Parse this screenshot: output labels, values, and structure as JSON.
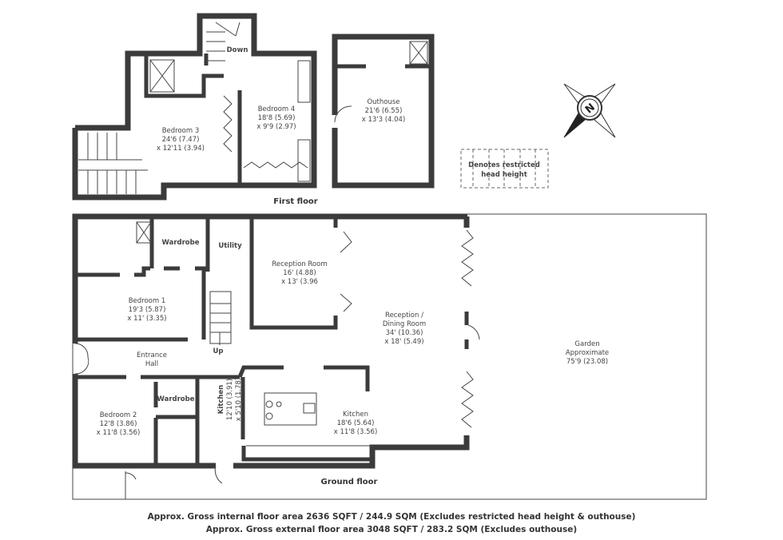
{
  "first_floor": {
    "label": "First floor",
    "stairs_label": "Down",
    "rooms": [
      {
        "name": "Bedroom 3",
        "dim1": "24'6 (7.47)",
        "dim2": "x 12'11 (3.94)"
      },
      {
        "name": "Bedroom 4",
        "dim1": "18'8 (5.69)",
        "dim2": "x 9'9 (2.97)"
      }
    ]
  },
  "outhouse": {
    "name": "Outhouse",
    "dim1": "21'6 (6.55)",
    "dim2": "x 13'3 (4.04)"
  },
  "legend": {
    "line1": "Denotes restricted",
    "line2": "head height"
  },
  "compass": {
    "letter": "N",
    "icon": "compass-north-icon"
  },
  "ground_floor": {
    "label": "Ground floor",
    "stairs_label": "Up",
    "rooms": [
      {
        "name": "Wardrobe"
      },
      {
        "name": "Utility"
      },
      {
        "name": "Reception Room",
        "dim1": "16' (4.88)",
        "dim2": "x 13' (3.96"
      },
      {
        "name": "Bedroom 1",
        "dim1": "19'3 (5.87)",
        "dim2": "x 11' (3.35)"
      },
      {
        "name": "Reception /",
        "name2": "Dining Room",
        "dim1": "34' (10.36)",
        "dim2": "x 18' (5.49)"
      },
      {
        "name": "Entrance",
        "name2": "Hall"
      },
      {
        "name": "Wardrobe"
      },
      {
        "name": "Bedroom 2",
        "dim1": "12'8 (3.86)",
        "dim2": "x 11'8 (3.56)"
      },
      {
        "name": "Kitchen",
        "dim1": "12'10 (3.91)",
        "dim2": "x 5'10 (1.78)"
      },
      {
        "name": "Kitchen",
        "dim1": "18'6 (5.64)",
        "dim2": "x 11'8 (3.56)"
      }
    ],
    "garden": {
      "name": "Garden",
      "name2": "Approximate",
      "dim1": "75'9 (23.08)"
    }
  },
  "footer": {
    "internal": "Approx. Gross internal floor area 2636 SQFT / 244.9 SQM (Excludes restricted head height & outhouse)",
    "external": "Approx. Gross external floor area 3048 SQFT / 283.2 SQM (Excludes outhouse)"
  },
  "colors": {
    "wall": "#3b3b3b",
    "text": "#444444"
  }
}
